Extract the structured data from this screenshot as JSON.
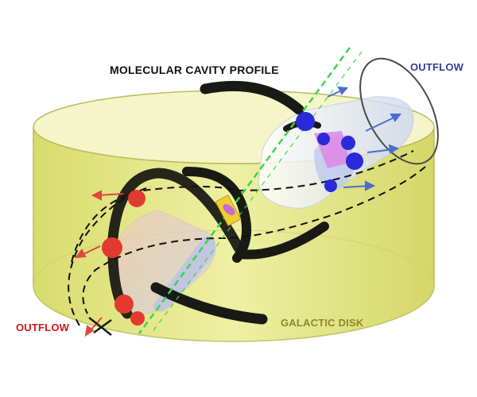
{
  "labels": {
    "cavity_title": "MOLECULAR CAVITY PROFILE",
    "outflow_top": "OUTFLOW",
    "outflow_bottom": "OUTFLOW",
    "galactic_disk": "GALACTIC DISK"
  },
  "colors": {
    "disk_fill": "#e9ec8f",
    "disk_top": "#f4f6c8",
    "disk_edge": "#b7bb5e",
    "cavity_arc": "#1a1a14",
    "blue_cloud": "#2a2ad8",
    "red_cloud": "#e23a2e",
    "magenta": "#d97be0",
    "outflow_label_blue": "#2f3f9c",
    "outflow_label_red": "#d0141c",
    "disk_label": "#8a8a2a",
    "title_label": "#111111",
    "axis_dash": "#3cd44a",
    "arrow_blue": "#4a6ed0",
    "arrow_red": "#e0463c",
    "core_yellow": "#f0d030"
  }
}
